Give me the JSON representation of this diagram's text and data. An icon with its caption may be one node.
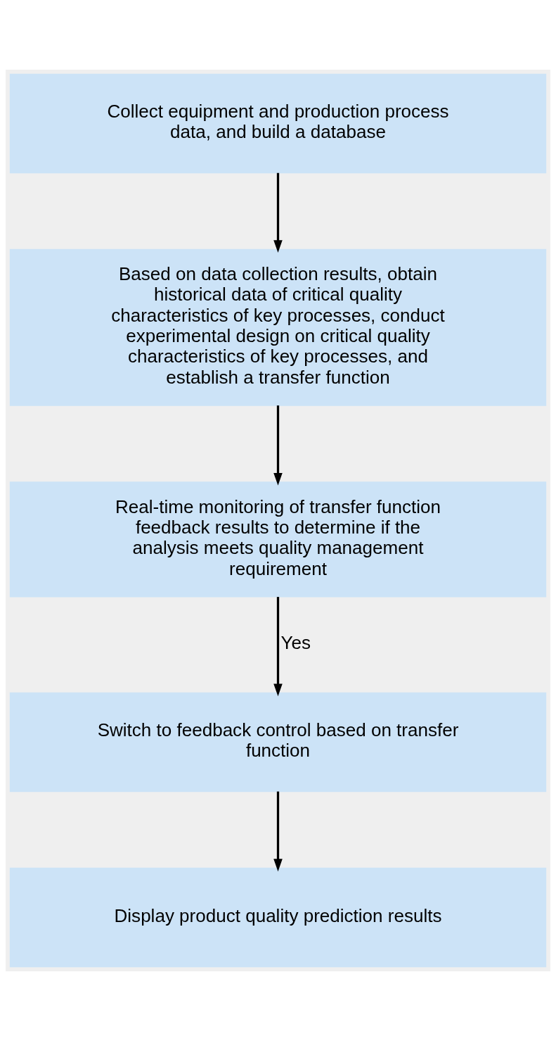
{
  "diagram": {
    "nodes": [
      {
        "text": [
          "Collect equipment and production process data, and build a database"
        ]
      },
      {
        "text": [
          "Based on data collection results, obtain historical data of critical quality characteristics of key processes, conduct experimental design on critical quality characteristics of key processes, and establish a transfer function"
        ]
      },
      {
        "text": [
          "Real-time monitoring of transfer function feedback results to determine if the analysis meets quality management requirement"
        ]
      },
      {
        "text": [
          "Switch to feedback control based on transfer function"
        ]
      },
      {
        "text": [
          "Display product quality prediction results"
        ]
      }
    ],
    "edges": [
      {
        "from": 0,
        "to": 1,
        "arrow": "to"
      },
      {
        "from": 1,
        "to": 2,
        "arrow": "to"
      },
      {
        "from": 2,
        "to": 3,
        "arrow": "to",
        "label": "Yes"
      },
      {
        "from": 3,
        "to": 4,
        "arrow": "to"
      }
    ]
  }
}
